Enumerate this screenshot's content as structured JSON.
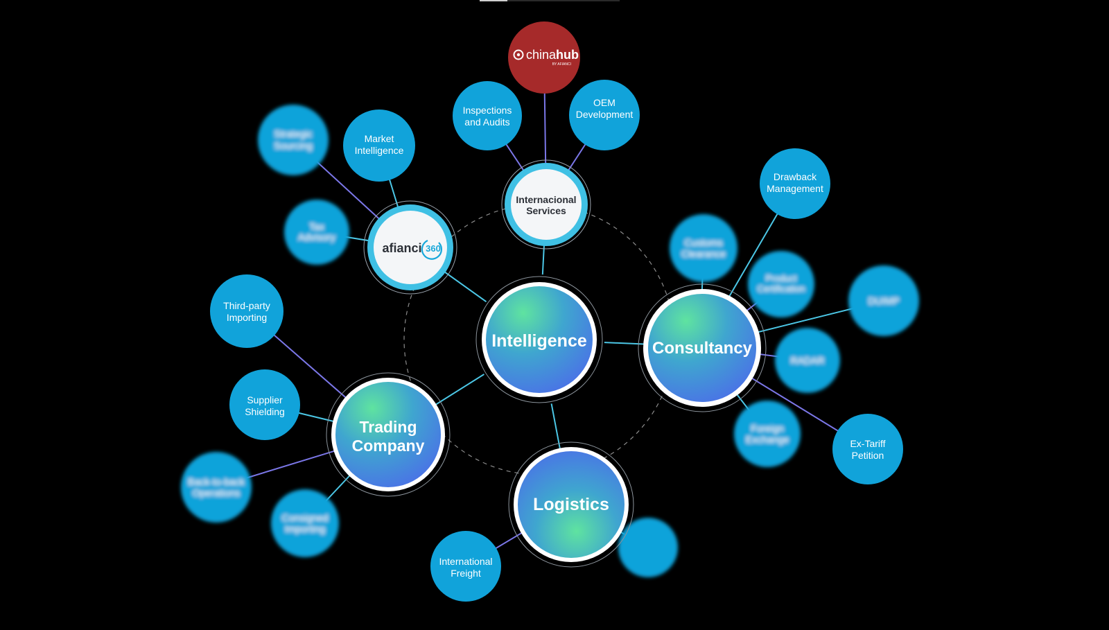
{
  "hubs": {
    "intelligence": {
      "label": "Intelligence"
    },
    "consultancy": {
      "label": "Consultancy"
    },
    "trading": {
      "label": [
        "Trading",
        "Company"
      ]
    },
    "logistics": {
      "label": "Logistics"
    }
  },
  "white_nodes": {
    "services": {
      "label": [
        "Internacional",
        "Services"
      ]
    },
    "afianci": {
      "logo_text": "afianci",
      "logo_badge": "360"
    }
  },
  "chinahub": {
    "logo_text_light": "china",
    "logo_text_bold": "hub",
    "logo_sub": "BY AFIANCI"
  },
  "satellites": {
    "inspections": [
      "Inspections",
      "and Audits"
    ],
    "oem": [
      "OEM",
      "Development"
    ],
    "strategic": [
      "Strategic",
      "Sourcing"
    ],
    "market": [
      "Market",
      "Intelligence"
    ],
    "tax": [
      "Tax",
      "Advisory"
    ],
    "drawback": [
      "Drawback",
      "Management"
    ],
    "customs": [
      "Customs",
      "Clearance"
    ],
    "product_cert": [
      "Product",
      "Certification"
    ],
    "duimp": [
      "DUIMP"
    ],
    "radar": [
      "RADAR"
    ],
    "foreign": [
      "Foreign",
      "Exchange"
    ],
    "ex_tariff": [
      "Ex-Tariff",
      "Petition"
    ],
    "third_party": [
      "Third-party",
      "Importing"
    ],
    "supplier": [
      "Supplier",
      "Shielding"
    ],
    "back_to_back": [
      "Back-to-back",
      "Operations"
    ],
    "consigned": [
      "Consigned",
      "Importing"
    ],
    "freight": [
      "International",
      "Freight"
    ],
    "logistics_extra": [
      "",
      ""
    ]
  },
  "colors": {
    "satellite": "#11a3da",
    "line_cyan": "#4cc7e6",
    "line_violet": "#7b77e8",
    "chinahub": "#a62a2a",
    "hub_green": "#5fe3a0",
    "hub_blue": "#4b78e8"
  }
}
